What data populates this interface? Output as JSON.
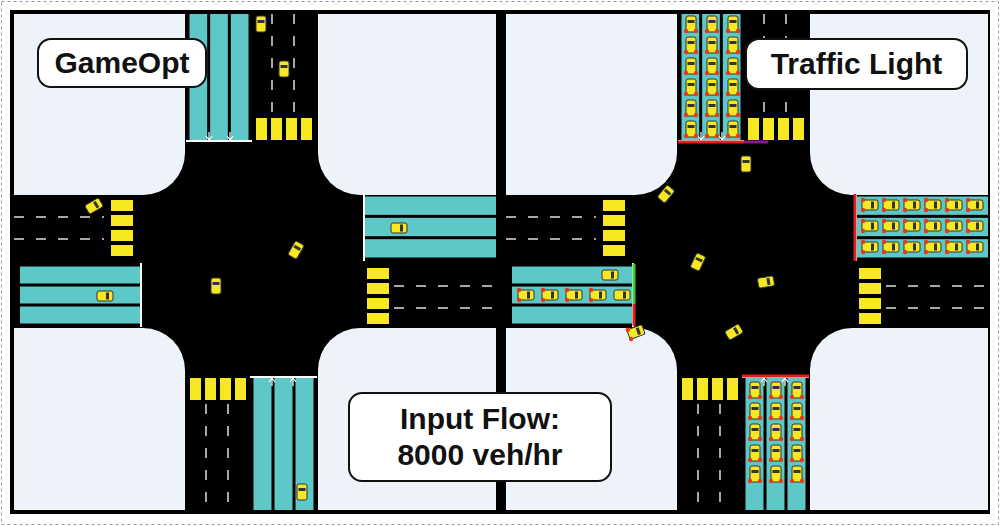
{
  "diagram": {
    "nodes": [
      {
        "text": [
          "GameOpt"
        ]
      },
      {
        "text": [
          "Traffic Light"
        ]
      },
      {
        "text": [
          "Input Flow: 8000 veh/hr"
        ]
      }
    ],
    "edges": []
  }
}
